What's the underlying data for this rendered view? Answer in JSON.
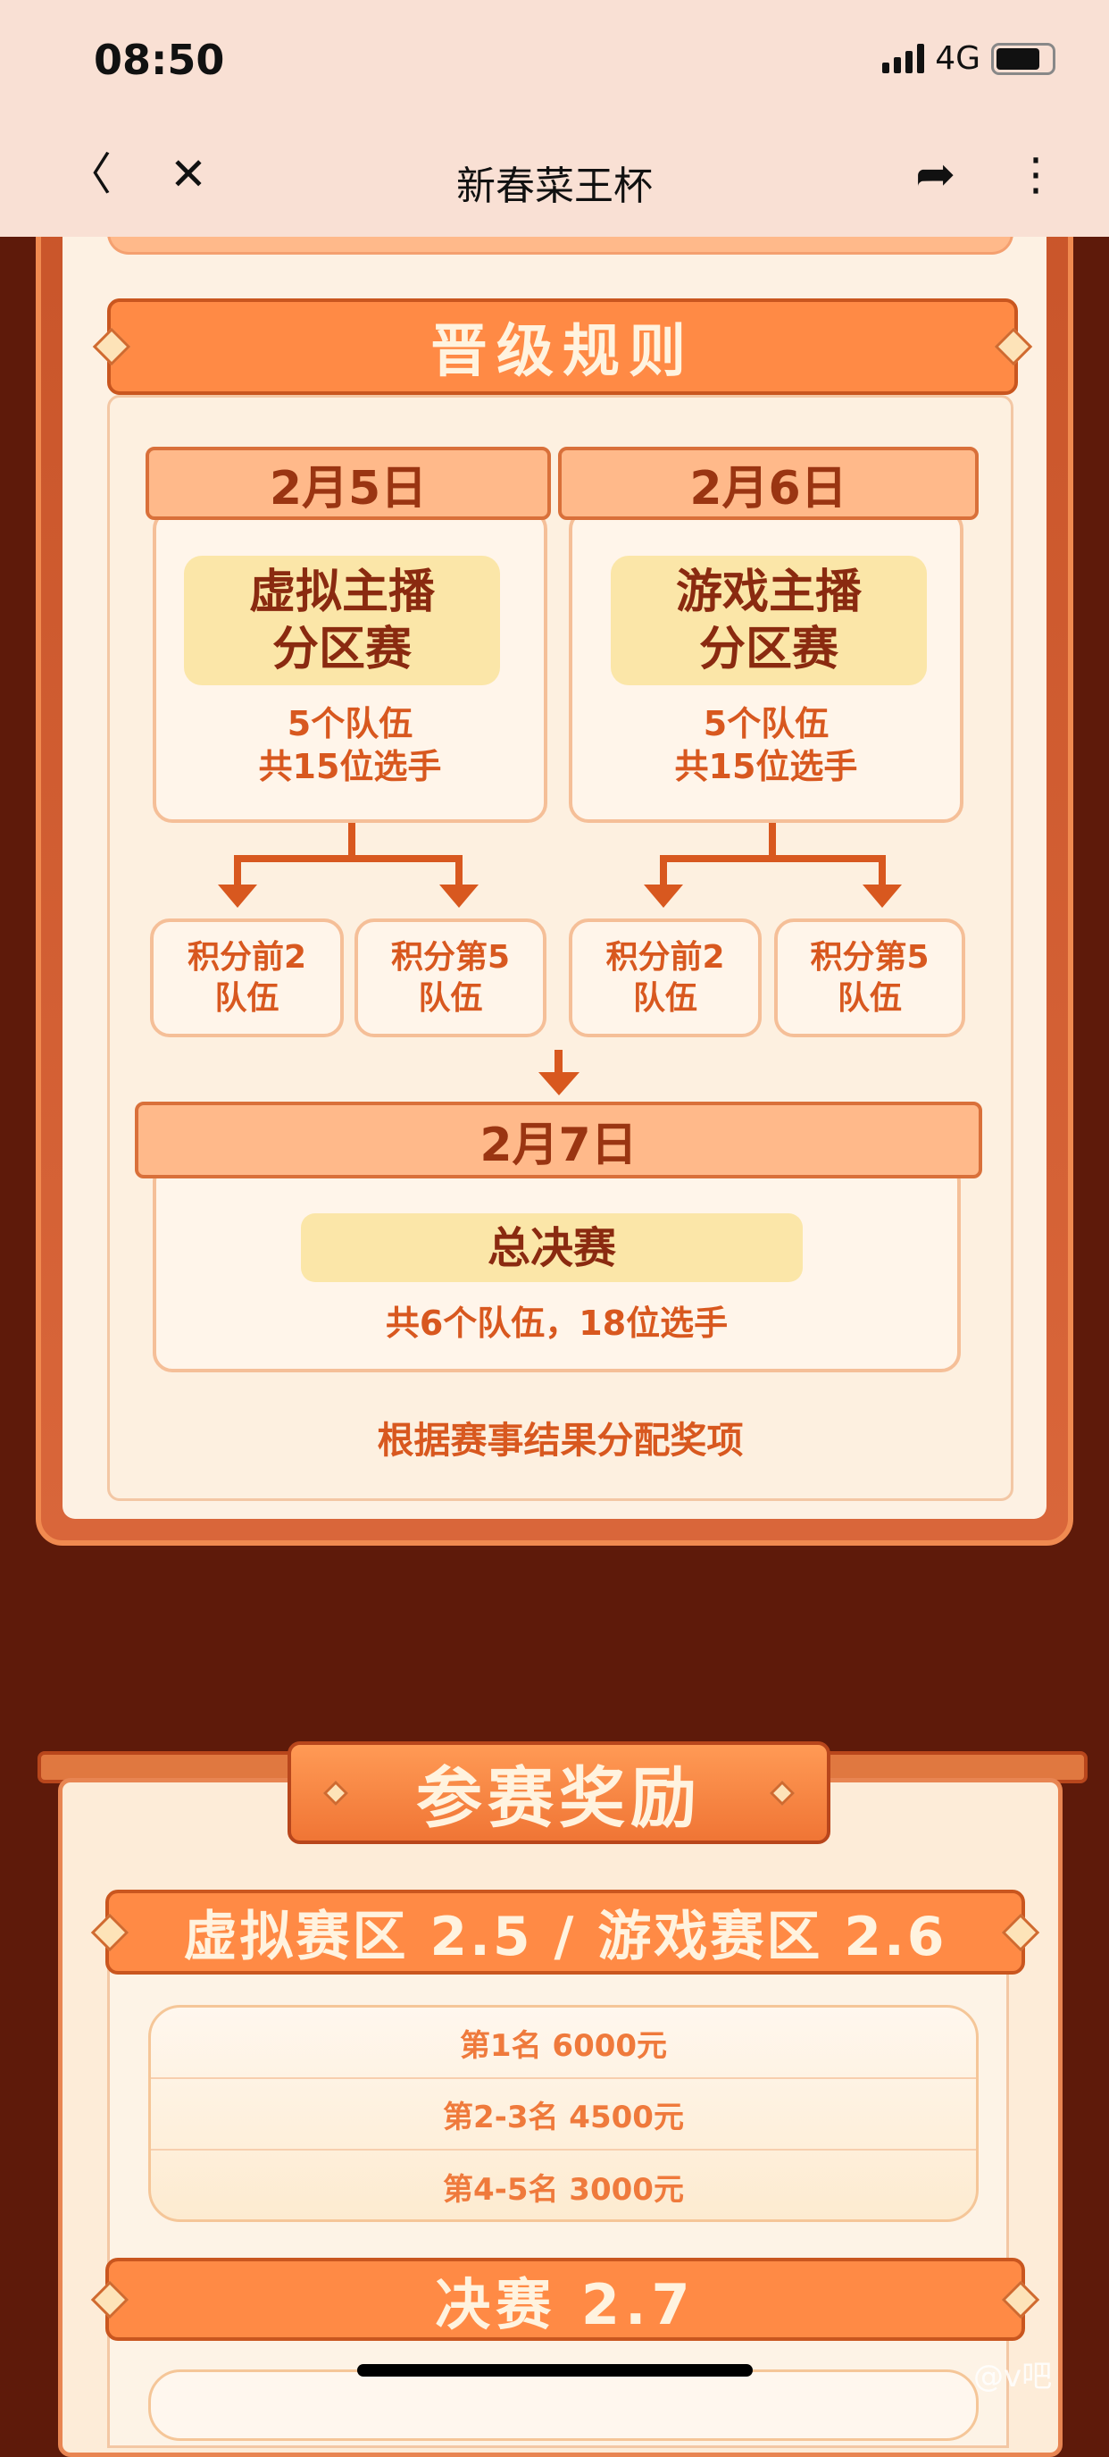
{
  "status_bar": {
    "time": "08:50",
    "network": "4G"
  },
  "nav": {
    "title": "新春菜王杯",
    "back_icon": "chevron-left-icon",
    "close_icon": "close-icon",
    "share_icon": "share-icon",
    "more_icon": "more-icon"
  },
  "rules": {
    "title": "晋级规则",
    "day1": {
      "date": "2月5日",
      "name_line1": "虚拟主播",
      "name_line2": "分区赛",
      "teams": "5个队伍",
      "players": "共15位选手",
      "adv_a_line1": "积分前2",
      "adv_a_line2": "队伍",
      "adv_b_line1": "积分第5",
      "adv_b_line2": "队伍"
    },
    "day2": {
      "date": "2月6日",
      "name_line1": "游戏主播",
      "name_line2": "分区赛",
      "teams": "5个队伍",
      "players": "共15位选手",
      "adv_a_line1": "积分前2",
      "adv_a_line2": "队伍",
      "adv_b_line1": "积分第5",
      "adv_b_line2": "队伍"
    },
    "final": {
      "date": "2月7日",
      "name": "总决赛",
      "summary": "共6个队伍，18位选手"
    },
    "note": "根据赛事结果分配奖项"
  },
  "rewards": {
    "title": "参赛奖励",
    "division_title": "虚拟赛区 2.5 / 游戏赛区 2.6",
    "division_prizes": [
      "第1名 6000元",
      "第2-3名 4500元",
      "第4-5名 3000元"
    ],
    "final_title": "决赛 2.7"
  },
  "watermark": "@v吧",
  "colors": {
    "banner": "#ff8a45",
    "accent_text": "#d8581f",
    "page_bg": "#5e1a0a"
  }
}
